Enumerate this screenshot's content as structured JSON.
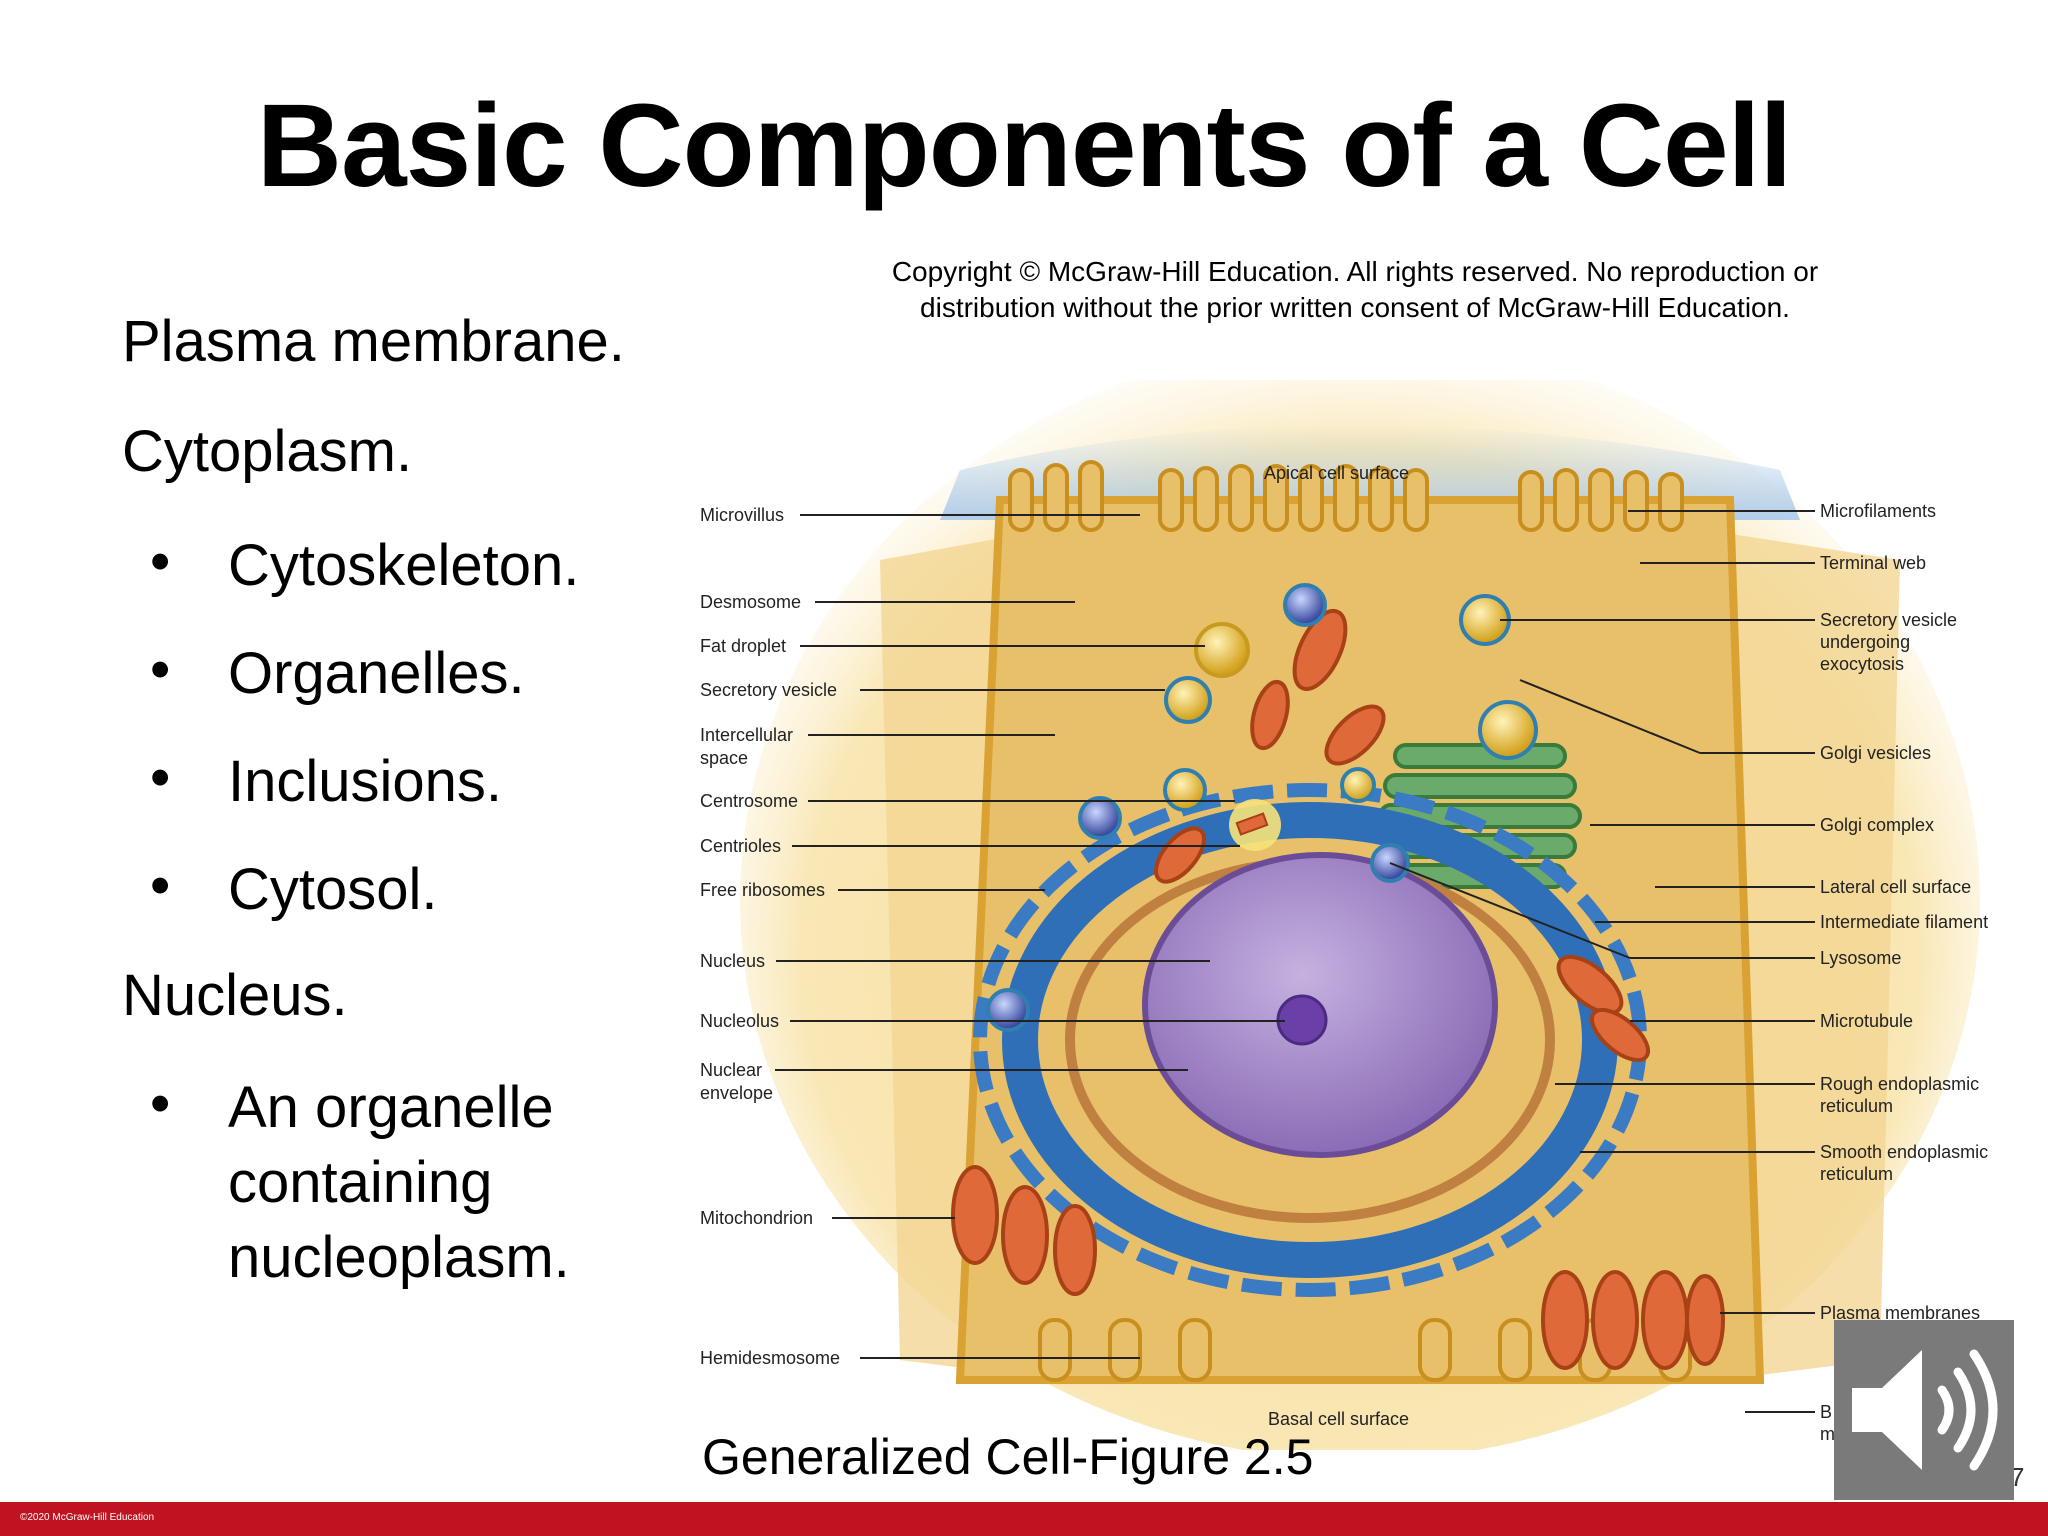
{
  "slide": {
    "title": "Basic Components of a Cell",
    "copyright_line1": "Copyright © McGraw-Hill Education. All rights reserved. No reproduction or",
    "copyright_line2": "distribution without the prior written consent of McGraw-Hill Education.",
    "caption": "Generalized Cell-Figure 2.5",
    "footer": "©2020 McGraw-Hill Education",
    "page_number": "7"
  },
  "bullets": {
    "plasma": "Plasma membrane.",
    "cytoplasm": "Cytoplasm.",
    "cytoskeleton": "Cytoskeleton.",
    "organelles": "Organelles.",
    "inclusions": "Inclusions.",
    "cytosol": "Cytosol.",
    "nucleus": "Nucleus.",
    "nucleus_desc_1": "An organelle",
    "nucleus_desc_2": "containing",
    "nucleus_desc_3": "nucleoplasm.",
    "bullet_glyph": "•"
  },
  "figure": {
    "apical": "Apical cell surface",
    "basal": "Basal cell surface",
    "left_labels": {
      "microvillus": "Microvillus",
      "desmosome": "Desmosome",
      "fat_droplet": "Fat droplet",
      "secretory_vesicle": "Secretory vesicle",
      "intercellular_1": "Intercellular",
      "intercellular_2": "space",
      "centrosome": "Centrosome",
      "centrioles": "Centrioles",
      "free_ribosomes": "Free ribosomes",
      "nucleus": "Nucleus",
      "nucleolus": "Nucleolus",
      "nuclear_env_1": "Nuclear",
      "nuclear_env_2": "envelope",
      "mitochondrion": "Mitochondrion",
      "hemidesmosome": "Hemidesmosome"
    },
    "right_labels": {
      "microfilaments": "Microfilaments",
      "terminal_web": "Terminal web",
      "sec_exo_1": "Secretory vesicle",
      "sec_exo_2": "undergoing",
      "sec_exo_3": "exocytosis",
      "golgi_vesicles": "Golgi vesicles",
      "golgi_complex": "Golgi complex",
      "lateral_surface": "Lateral cell surface",
      "intermediate_filament": "Intermediate filament",
      "lysosome": "Lysosome",
      "microtubule": "Microtubule",
      "rough_er_1": "Rough endoplasmic",
      "rough_er_2": "reticulum",
      "smooth_er_1": "Smooth endoplasmic",
      "smooth_er_2": "reticulum",
      "plasma_membranes": "Plasma membranes",
      "basement_1": "B",
      "basement_2": "m"
    }
  },
  "colors": {
    "footer_bar": "#c1121f",
    "cytoplasm": "#e8c06a",
    "membrane": "#d9a233",
    "nucleus": "#9b7fc2",
    "rough_er": "#2f6fb8",
    "golgi": "#5a9a5a",
    "mitochondria": "#e0693a"
  },
  "icons": {
    "speaker": "speaker-volume-icon"
  }
}
